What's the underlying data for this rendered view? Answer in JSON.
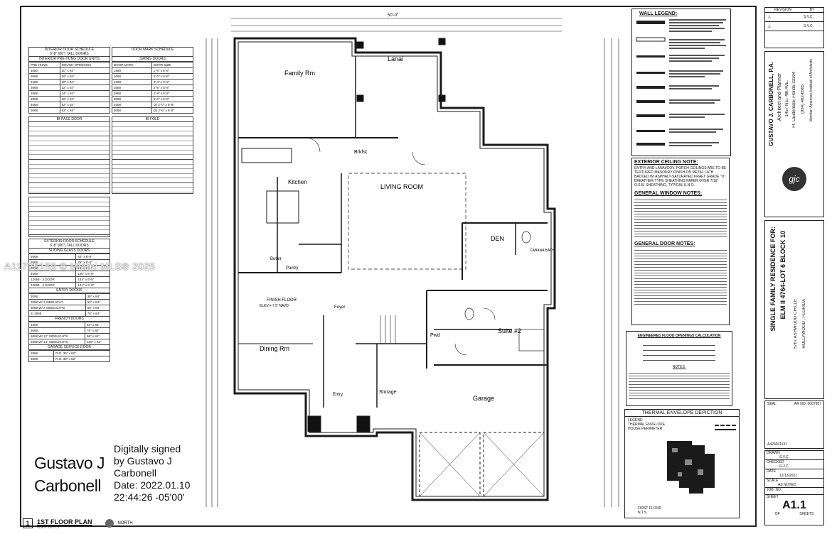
{
  "plan": {
    "rooms": {
      "family": "Family Rm",
      "lanai": "Lanai",
      "brkfst": "Brkfst",
      "living": "LIVING ROOM",
      "kitchen": "Kitchen",
      "butler": "Butler",
      "pantry": "Pantry",
      "den": "DEN",
      "cabana": "CABANA BATH",
      "dining": "Dining Rm",
      "foyer": "Foyer",
      "suite": "Suite #2",
      "pwd": "Pwd",
      "entry": "Entry",
      "storage": "Storage",
      "garage": "Garage"
    },
    "finish_floor": "FINISH FLOOR",
    "finish_floor_elev": "ELEV.= 7.5' NAVD",
    "title": "1ST FLOOR PLAN",
    "scale": "SCALE: 1/4\"=1'-0\"",
    "north": "NORTH",
    "sheet_index": "1",
    "total_width": "50'-0\""
  },
  "signature": {
    "name_line1": "Gustavo J",
    "name_line2": "Carbonell",
    "line1": "Digitally signed",
    "line2": "by Gustavo J",
    "line3": "Carbonell",
    "line4": "Date: 2022.01.10",
    "line5": "22:44:26 -05'00'"
  },
  "watermark": "A11775158 © Miami MLS® 2025",
  "notes": {
    "wall_legend": "WALL LEGEND:",
    "exterior_ceiling_title": "EXTERIOR CEILING NOTE:",
    "exterior_ceiling_text": "ENTRY AND LANAI/COV. PORCH CEILINGS ARE TO BE TEXTURED MASONRY FINISH ON METAL LATH BACKED W/ ASPHALT-SATURATED KRAFT GRADE \"D\" BREATHER-TYPE SHEATHING PAPER OVER 7/16\" O.S.B. SHEATHING, TYPICAL U.N.O.",
    "window_title": "GENERAL WINDOW NOTES:",
    "door_title": "GENERAL DOOR NOTES:",
    "flood_title": "ENGINEERED FLOOD OPENINGS CALCULATION",
    "flood_notes": "NOTES:",
    "thermal_title": "THERMAL ENVELOPE DEPICTION",
    "legend": "LEGEND",
    "thermal_envelope": "THERMAL ENVELOPE",
    "house_perimeter": "HOUSE PERIMETER",
    "first_floor": "FIRST FLOOR",
    "nts": "N.T.S."
  },
  "schedule": {
    "title1": "INTERIOR DOOR SCHEDULE",
    "title1b": "6'-8\" (80\") TALL DOORS",
    "title2": "DOOR MARK SCHEDULE",
    "sub_pre_hung": "INTERIOR PRE-HUNG DOOR UNITS",
    "sub_swing": "SWING DOORS",
    "col_pre_hung": "PRE-HUNG",
    "col_rough": "ROUGH OPENINGS",
    "col_door_mark": "DOOR MARK",
    "col_door_size": "DOOR SIZE",
    "pre_hung_rows": [
      [
        "1680",
        "20\" x 84\""
      ],
      [
        "2068",
        "26\" x 84\""
      ],
      [
        "2468",
        "30\" x 84\""
      ],
      [
        "2668",
        "32\" x 84\""
      ],
      [
        "2868",
        "34\" x 84\""
      ],
      [
        "3068",
        "36\" x 84\""
      ],
      [
        "4068",
        "62\" x 84\""
      ],
      [
        "5068",
        "62\" x 84\""
      ]
    ],
    "swing_rows": [
      [
        "1680",
        "1'-6\" x 6'-8\""
      ],
      [
        "2068",
        "2'-0\" x 6'-8\""
      ],
      [
        "2468",
        "2'-4\" x 6'-8\""
      ],
      [
        "2668",
        "2'-6\" x 6'-8\""
      ],
      [
        "2868",
        "2'-8\" x 6'-8\""
      ],
      [
        "3068",
        "3'-0\" x 6'-8\""
      ],
      [
        "4068",
        "(2) 2'-0\" x 6'-8\""
      ],
      [
        "5068",
        "(2) 2'-6\" x 6'-8\""
      ]
    ],
    "sub_bi_pass": "BI-PASS DOOR",
    "sub_bi_fold": "BI-FOLD",
    "sub_exterior": "EXTERIOR DOOR SCHEDULE",
    "sub_exterior_b": "6'-8\" (80\") TALL DOORS",
    "sub_sliding": "SLIDING GLASS DOORS",
    "sub_entry": "ENTRY DOORS",
    "sub_french": "FRENCH DOORS",
    "sub_garage": "GARAGE SERVICE DOOR",
    "sliding_rows": [
      [
        "2668",
        "62\" x 6'-8\""
      ],
      [
        "2868",
        "76\" x 6'-8\""
      ],
      [
        "3068",
        "96\" x 6'-8\""
      ],
      [
        "4068",
        "120\" x 6'-8\""
      ],
      [
        "12068 - 3 DOOR",
        "144\" x 6'-8\""
      ],
      [
        "12068 - 4 DOOR",
        "141\" x 6'-8\""
      ]
    ],
    "entry_rows": [
      [
        "2068",
        "38\" x 84\""
      ],
      [
        "3068 W/ 1 SIDELIGHT",
        "52\" x 84\""
      ],
      [
        "3068 W/ 2 SIDELIGHTS",
        "66\" x 84\""
      ],
      [
        "2) 3068",
        "76\" x 84\""
      ]
    ],
    "french_rows": [
      [
        "4068",
        "64\" x 84\""
      ],
      [
        "5068",
        "76\" x 84\""
      ],
      [
        "6068 W/ 12\" SIDELIGHTS",
        "96\" x 84\""
      ],
      [
        "6068 W/ 14\" SIDELIGHTS",
        "100\" x 84\""
      ]
    ],
    "garage_rows": [
      [
        "2868",
        "R.O. 36\" x 82\""
      ],
      [
        "3068",
        "R.O. 38\" x 82\""
      ]
    ]
  },
  "titleblock": {
    "revision_label": "REVISION",
    "by_label": "BY",
    "rev1": "S.V.C.",
    "rev2": "S.V.C.",
    "firm_name": "GUSTAVO J. CARBONELL, P.A.",
    "firm_role": "Architect and Planner",
    "address1": "1457 N.E. 4th AVE.",
    "address2": "Ft. Lauderdale, Florida 33304",
    "phone": "(954) 462-6565",
    "member": "Member American Institute of Architects",
    "logo_text": "gjc",
    "project_title": "SINGLE FAMILY RESIDENCE FOR:",
    "project_lot": "ELM II 4764-LOT 6 BLOCK 10",
    "project_addr1": "5767 ASHWOOD CIRCLE",
    "project_addr2": "HOLLYWOOD , FLORIDA",
    "seal_label": "SEAL",
    "ar_no": "AR NO. 0007957",
    "permit": "A426001131",
    "drawn_label": "DRAWN",
    "drawn": "S.V.C.",
    "checked_label": "CHECKED",
    "checked": "G.J.C.",
    "date_label": "DATE",
    "date": "12/13/2021",
    "scale_label": "SCALE",
    "scale": "AS NOTED",
    "job_label": "JOB. NO.",
    "sheet_label": "SHEET",
    "sheet": "A1.1",
    "of_label": "OF",
    "sheets_label": "SHEETS"
  },
  "colors": {
    "line": "#1a1a1a",
    "paper": "#ffffff",
    "hatch": "#444444"
  }
}
